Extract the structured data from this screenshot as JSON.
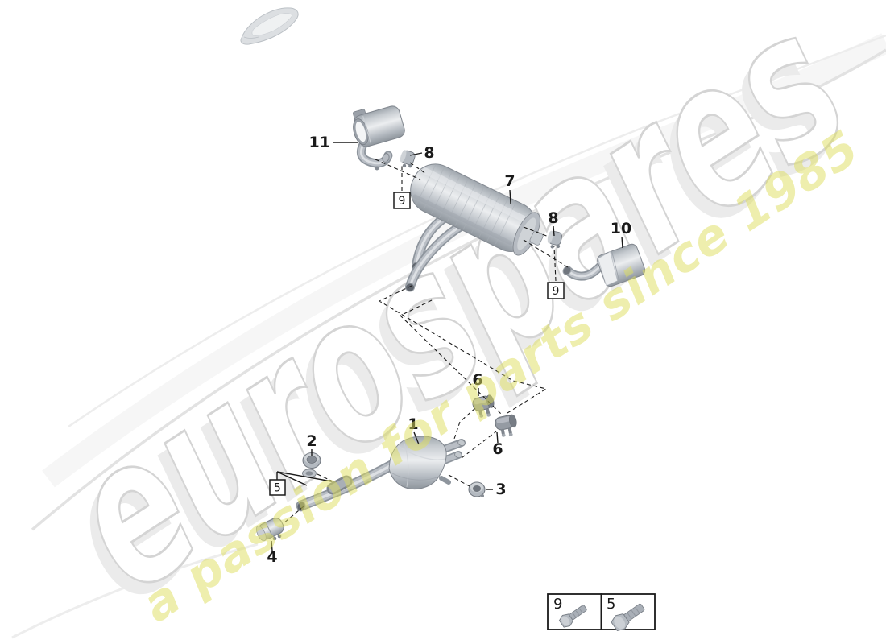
{
  "watermark": {
    "brand": "eurospares",
    "tagline": "a passion for parts since 1985"
  },
  "callouts": {
    "c1": "1",
    "c2": "2",
    "c3": "3",
    "c4": "4",
    "c6": "6",
    "c7": "7",
    "c8": "8",
    "c10": "10",
    "c11": "11",
    "box9": "9",
    "box5": "5"
  },
  "legend": {
    "items": [
      {
        "ref": "9"
      },
      {
        "ref": "5"
      }
    ]
  },
  "colors": {
    "background": "#ffffff",
    "line": "#1a1a1a",
    "metal_light": "#eceef0",
    "metal_mid": "#b9bec5",
    "metal_dark": "#878d94",
    "watermark_gray": "#d4d4d4",
    "watermark_yellow": "#eeeea8"
  }
}
